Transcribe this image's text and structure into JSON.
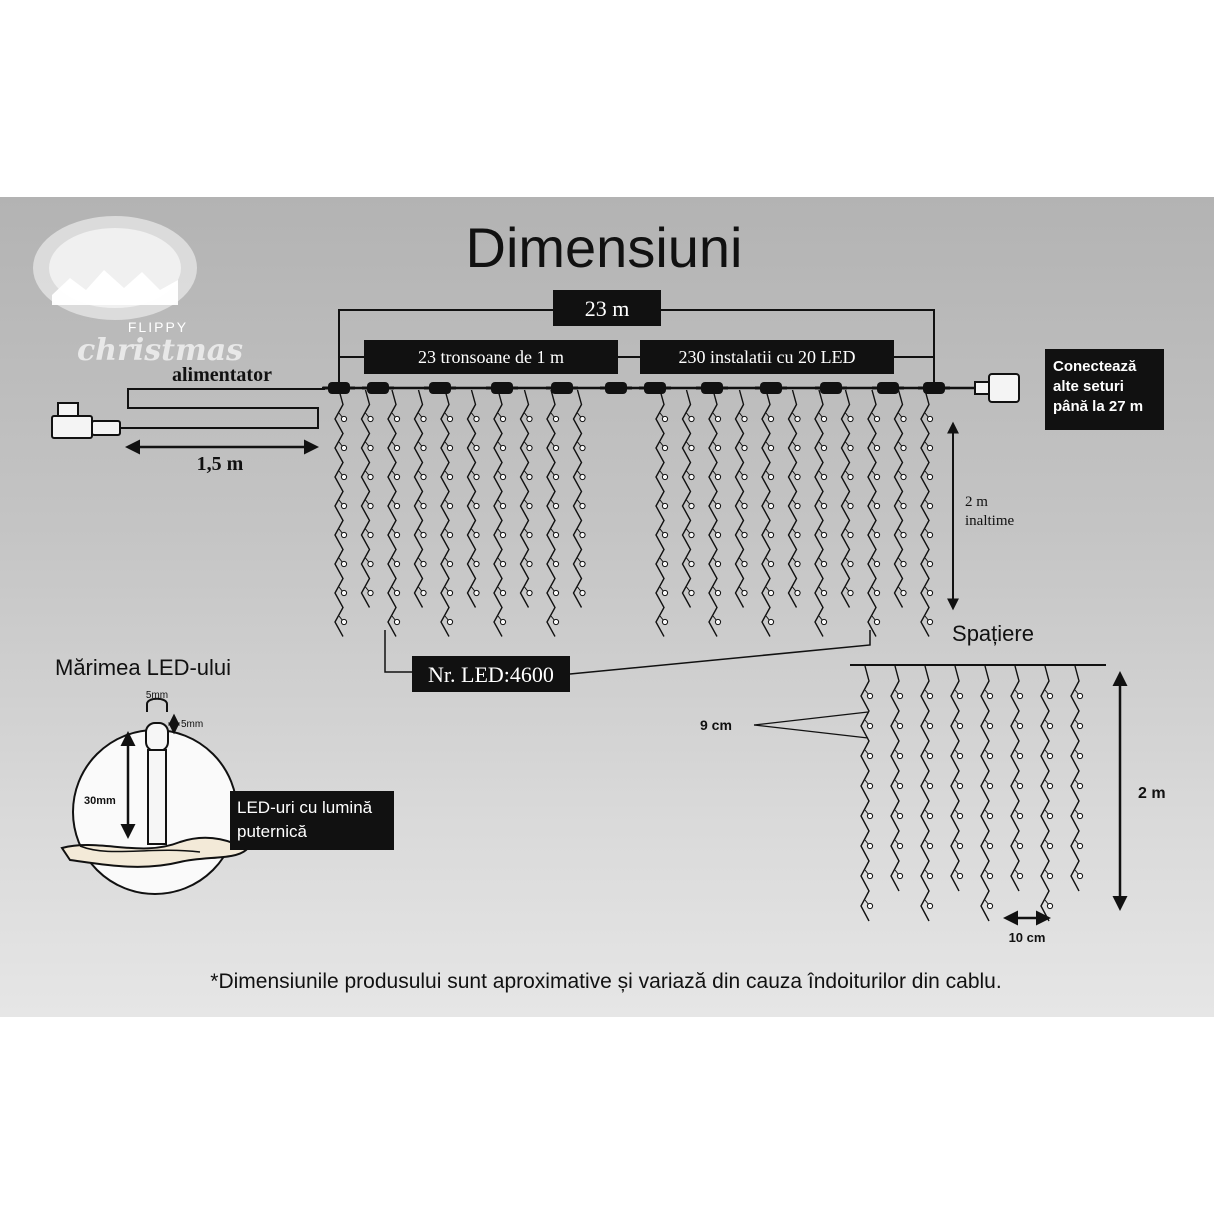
{
  "title": "Dimensiuni",
  "logo": {
    "line1": "FLIPPY",
    "line2": "christmas"
  },
  "total_length": "23 m",
  "sections_label": "23 tronsoane de 1 m",
  "installations_label": "230 instalatii cu 20 LED",
  "power_label": "alimentator",
  "cable_length": "1,5 m",
  "connect_box": [
    "Conectează",
    "alte seturi",
    "până la 27 m"
  ],
  "height_label": [
    "2 m",
    "inaltime"
  ],
  "led_count": "Nr. LED:4600",
  "spacing": {
    "title": "Spațiere",
    "vertical": "9 cm",
    "height": "2 m",
    "horizontal": "10 cm"
  },
  "led_size": {
    "title": "Mărimea LED-ului",
    "width": "5mm",
    "tip": "5mm",
    "length": "30mm",
    "note": [
      "LED-uri cu lumină",
      "puternică"
    ]
  },
  "footnote": "*Dimensiunile produsului sunt aproximative și variază din cauza îndoiturilor din cablu.",
  "colors": {
    "background": "#c4c4c4",
    "line": "#111111",
    "label_box": "#111111",
    "label_text": "#ffffff"
  }
}
